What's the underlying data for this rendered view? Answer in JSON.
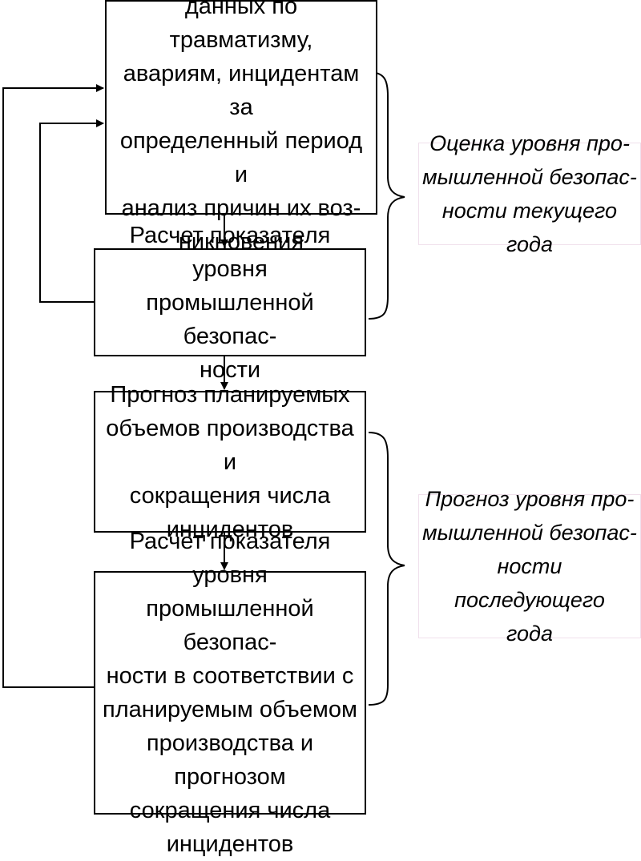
{
  "steps": [
    {
      "text": "Сбор статистических\nданных по травматизму,\nавариям, инцидентам за\nопределенный период и\nанализ причин их воз-\nникновения"
    },
    {
      "text": "Расчет показателя уровня\nпромышленной безопас-\nности"
    },
    {
      "text": "Прогноз планируемых\nобъемов производства и\nсокращения числа\nинцидентов"
    },
    {
      "text": "Расчет показателя уровня\nпромышленной безопас-\nности в соответствии с\nпланируемым объемом\nпроизводства и прогнозом\nсокращения числа\nинцидентов"
    }
  ],
  "annotations": [
    {
      "text": "Оценка уровня про-\nмышленной безопас-\nности текущего года"
    },
    {
      "text": "Прогноз уровня про-\nмышленной безопас-\nности последующего\nгода"
    }
  ]
}
